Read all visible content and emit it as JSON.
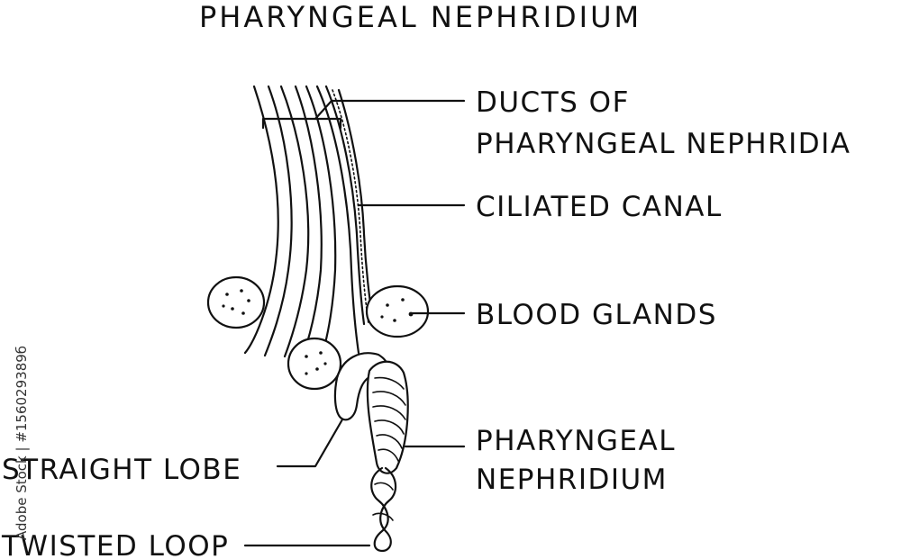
{
  "title": "PHARYNGEAL NEPHRIDIUM",
  "labels": {
    "ducts_line1": "DUCTS OF",
    "ducts_line2": "PHARYNGEAL NEPHRIDIA",
    "ciliated_canal": "CILIATED CANAL",
    "blood_glands": "BLOOD GLANDS",
    "nephridium_line1": "PHARYNGEAL",
    "nephridium_line2": "NEPHRIDIUM",
    "straight_lobe": "STRAIGHT LOBE",
    "twisted_loop": "TWISTED LOOP"
  },
  "watermark": "Adobe Stock | #156029389б",
  "colors": {
    "ink": "#111111",
    "background": "#ffffff"
  }
}
